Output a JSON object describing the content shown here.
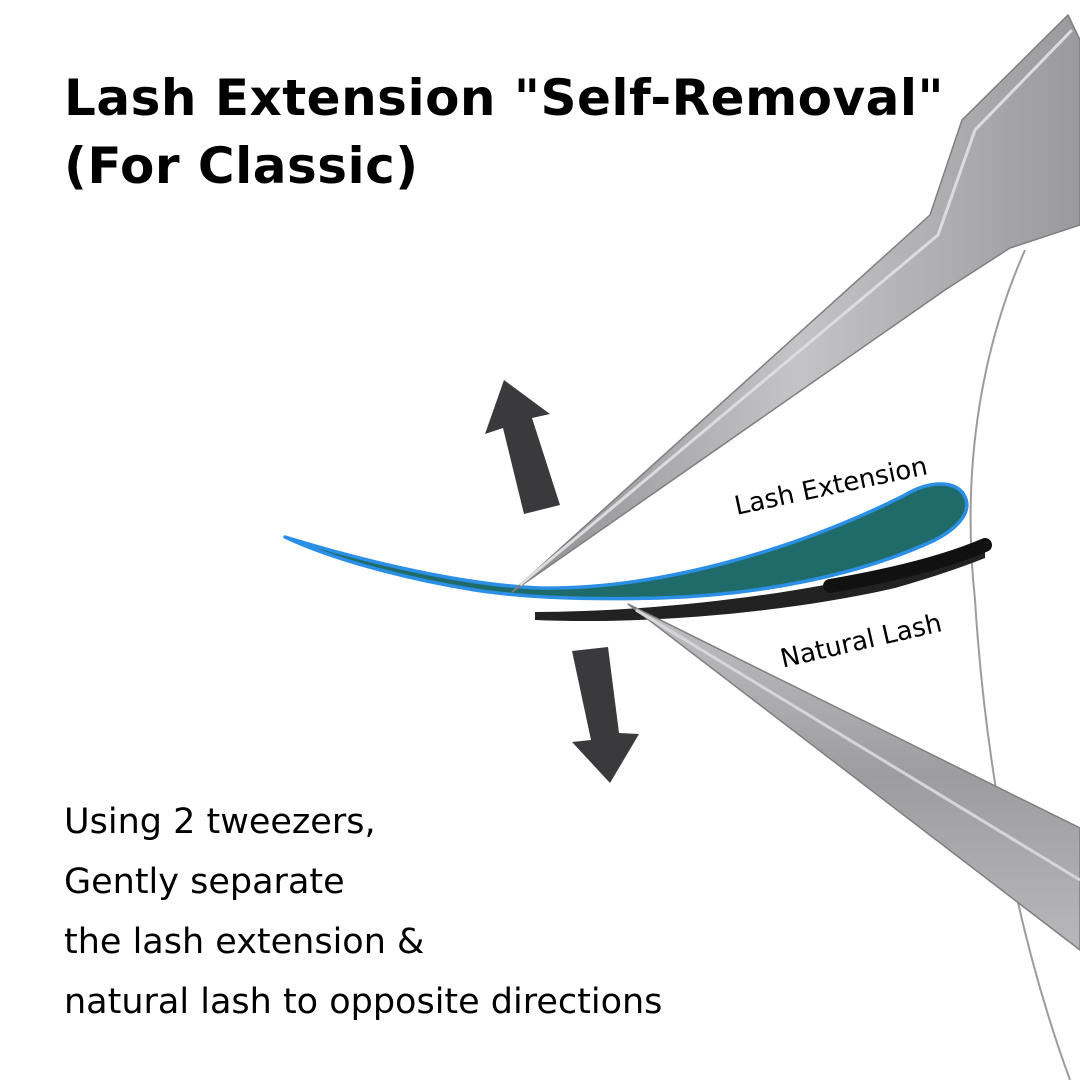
{
  "title": {
    "line1": "Lash Extension \"Self-Removal\"",
    "line2": "(For Classic)"
  },
  "instructions": [
    "Using 2 tweezers,",
    "Gently separate",
    "the lash extension &",
    "natural lash to opposite directions"
  ],
  "labels": {
    "lash_extension": "Lash Extension",
    "natural_lash": "Natural Lash"
  },
  "colors": {
    "lash_extension_fill": "#1f6b6a",
    "lash_extension_edge": "#2b8fe6",
    "natural_lash": "#222222",
    "arrow": "#3a3a3c",
    "tweezer": "#a9a9ab",
    "eye_outline": "#9c9c9c"
  },
  "icons": [
    "arrow-up-icon",
    "arrow-down-icon",
    "tweezer-icon"
  ]
}
